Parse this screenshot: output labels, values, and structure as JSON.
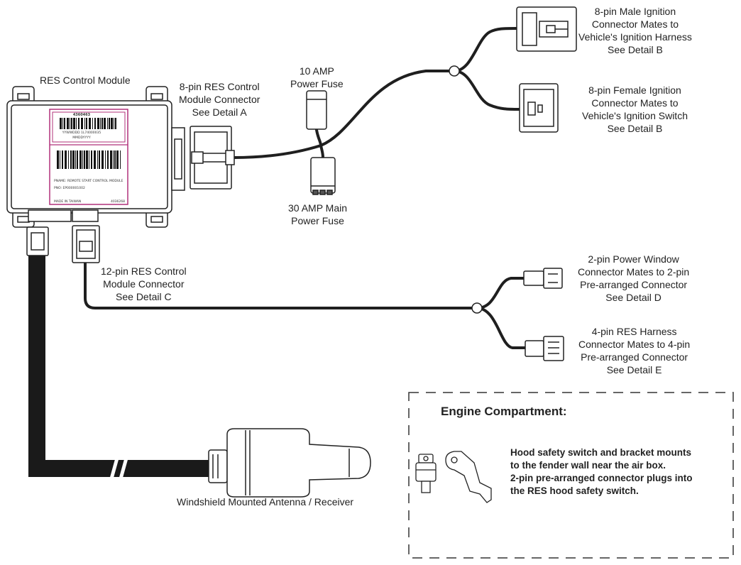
{
  "labels": {
    "res_module": "RES Control Module",
    "conn8_res": [
      "8-pin RES Control",
      "Module Connector",
      "See Detail A"
    ],
    "fuse10": [
      "10 AMP",
      "Power Fuse"
    ],
    "fuse30": [
      "30 AMP Main",
      "Power Fuse"
    ],
    "male_ign": [
      "8-pin Male Ignition",
      "Connector Mates to",
      "Vehicle's Ignition Harness",
      "See Detail B"
    ],
    "female_ign": [
      "8-pin Female Ignition",
      "Connector Mates to",
      "Vehicle's Ignition Switch",
      "See Detail B"
    ],
    "conn12_res": [
      "12-pin RES Control",
      "Module Connector",
      "See Detail C"
    ],
    "power_window": [
      "2-pin Power Window",
      "Connector Mates to 2-pin",
      "Pre-arranged Connector",
      "See Detail D"
    ],
    "res_harness": [
      "4-pin RES Harness",
      "Connector Mates to 4-pin",
      "Pre-arranged Connector",
      "See Detail E"
    ],
    "antenna": "Windshield Mounted Antenna / Receiver"
  },
  "module_label": {
    "part_no": "4360463",
    "line1": "YYWWDDD 1L74000035",
    "line2": "MMDDYYYY",
    "pname": "PNAME: REMOTE START CONTROL MODULE",
    "pno": "PNO: EP000001002",
    "made": "MADE IN TAIWAN",
    "code": "4036268"
  },
  "engine": {
    "title": "Engine Compartment:",
    "desc": [
      "Hood safety switch and bracket mounts",
      "to the fender wall near the air box.",
      "2-pin pre-arranged connector plugs into",
      "the RES hood safety switch."
    ]
  },
  "colors": {
    "line": "#2a2a2a",
    "label_border": "#b0307a",
    "cable": "#1a1a1a"
  }
}
